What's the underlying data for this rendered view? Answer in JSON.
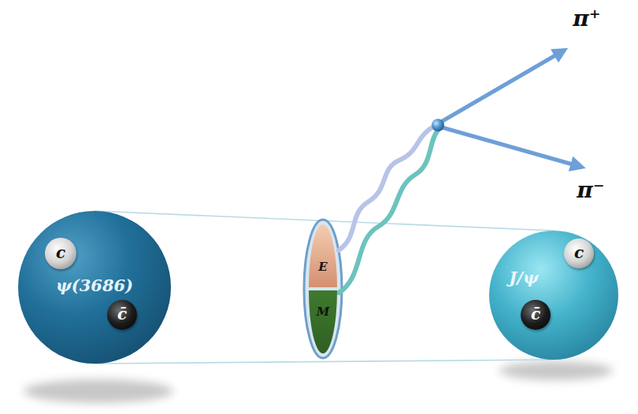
{
  "diagram": {
    "nodes": [
      {
        "text": [
          "ψ(3686)"
        ]
      },
      {
        "text": [
          "c"
        ],
        "in": 0
      },
      {
        "text": [
          "c̄"
        ],
        "in": 0
      },
      {
        "text": [
          "E"
        ]
      },
      {
        "text": [
          "M"
        ]
      },
      {
        "text": [
          "J/ψ"
        ]
      },
      {
        "text": [
          "c"
        ],
        "in": 5
      },
      {
        "text": [
          "c̄"
        ],
        "in": 5
      }
    ],
    "edges": [
      {
        "from": 0,
        "to": 5,
        "arrow": "none"
      },
      {
        "from": 0,
        "to": 5,
        "arrow": "none"
      }
    ],
    "labels": [
      "π⁺",
      "π⁻"
    ]
  }
}
